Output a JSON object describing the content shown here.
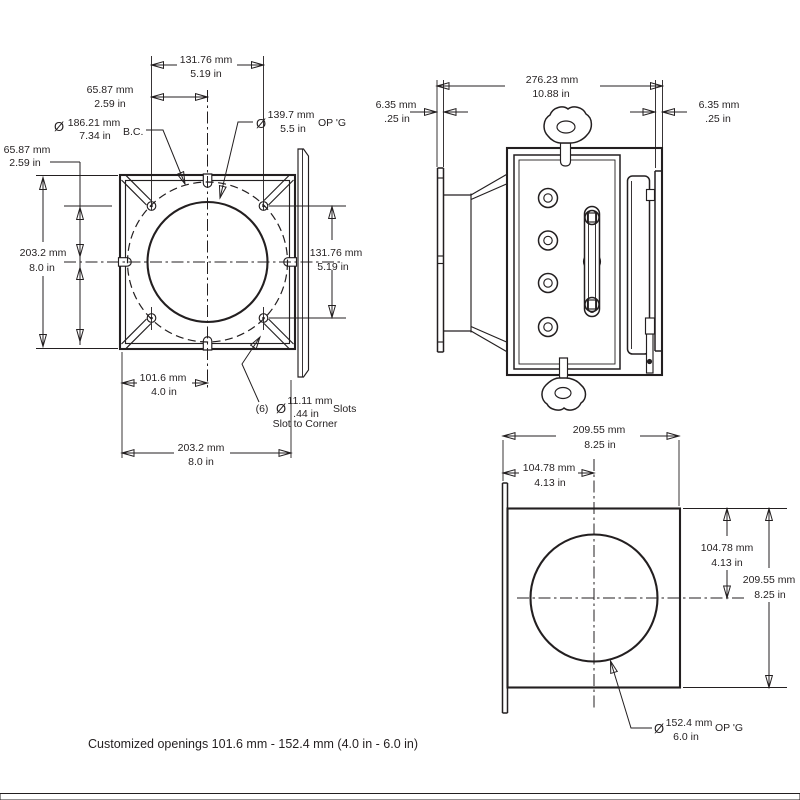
{
  "colors": {
    "line": "#231f20",
    "background": "#ffffff",
    "footer_strip": "#e8e8e0"
  },
  "front_view": {
    "dim_bolt_spacing_h": {
      "mm": "131.76 mm",
      "inch": "5.19 in"
    },
    "dim_bolt_half_h": {
      "mm": "65.87 mm",
      "inch": "2.59 in"
    },
    "bolt_circle": {
      "symbol": "Ø",
      "mm": "186.21 mm",
      "inch": "7.34 in",
      "label": "B.C."
    },
    "opening": {
      "symbol": "Ø",
      "mm": "139.7 mm",
      "inch": "5.5 in",
      "label": "OP 'G"
    },
    "dim_bolt_half_v": {
      "mm": "65.87 mm",
      "inch": "2.59 in"
    },
    "dim_height": {
      "mm": "203.2 mm",
      "inch": "8.0 in"
    },
    "dim_width_half": {
      "mm": "101.6 mm",
      "inch": "4.0 in"
    },
    "dim_width": {
      "mm": "203.2 mm",
      "inch": "8.0 in"
    },
    "dim_bolt_spacing_v": {
      "mm": "131.76 mm",
      "inch": "5.19 in"
    },
    "slots": {
      "qty": "(6)",
      "symbol": "Ø",
      "mm": "11.11 mm",
      "inch": ".44 in",
      "label": "Slots",
      "note": "Slot to Corner"
    }
  },
  "side_view": {
    "dim_depth": {
      "mm": "276.23 mm",
      "inch": "10.88 in"
    },
    "dim_flange_left": {
      "mm": "6.35 mm",
      "inch": ".25 in"
    },
    "dim_flange_right": {
      "mm": "6.35 mm",
      "inch": ".25 in"
    }
  },
  "back_view": {
    "dim_width": {
      "mm": "209.55 mm",
      "inch": "8.25 in"
    },
    "dim_width_half": {
      "mm": "104.78 mm",
      "inch": "4.13 in"
    },
    "dim_height_half": {
      "mm": "104.78 mm",
      "inch": "4.13 in"
    },
    "dim_height": {
      "mm": "209.55 mm",
      "inch": "8.25 in"
    },
    "opening": {
      "symbol": "Ø",
      "mm": "152.4 mm",
      "inch": "6.0 in",
      "label": "OP 'G"
    }
  },
  "caption": "Customized openings 101.6 mm - 152.4 mm (4.0 in - 6.0 in)"
}
